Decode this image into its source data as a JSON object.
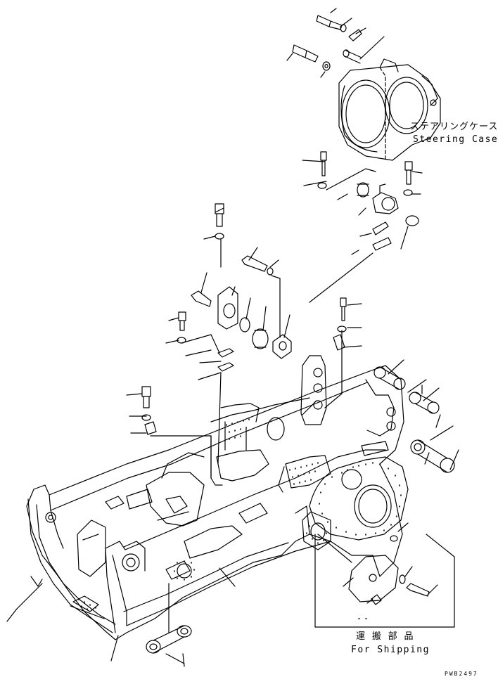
{
  "labels": {
    "steering_case_jp": "ステアリングケース",
    "steering_case_en": "Steering Case",
    "shipping_jp": "運 搬 部 品",
    "shipping_en": "For Shipping",
    "drawing_ref": "PWB2497"
  },
  "icons": [
    "steering-case-part",
    "main-frame-part",
    "bolt-part",
    "washer-part",
    "bushing-part",
    "cover-plate-part"
  ]
}
